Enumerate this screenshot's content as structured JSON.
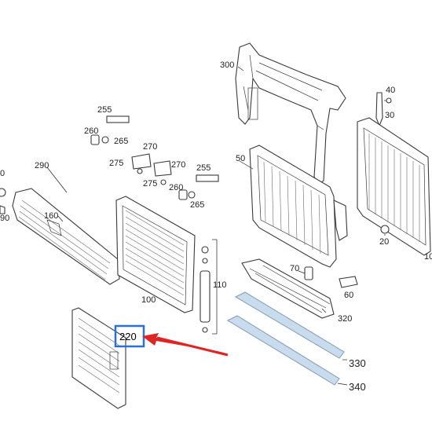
{
  "colors": {
    "highlight_box": "#2a6fd1",
    "arrow": "#e02424",
    "line_art": "#3a3a3a",
    "duct_fill": "#c9dced"
  },
  "highlighted_part": "220",
  "labels": {
    "l300": "300",
    "l40": "40",
    "l30": "30",
    "l255a": "255",
    "l260a": "260",
    "l265a": "265",
    "l270a": "270",
    "l275a": "275",
    "l270b": "270",
    "l275b": "275",
    "l255b": "255",
    "l260b": "260",
    "l265b": "265",
    "l290": "290",
    "l0a": "0",
    "l90": "90",
    "l160": "160",
    "l50": "50",
    "l20": "20",
    "l10": "10",
    "l110": "110",
    "l100": "100",
    "l70": "70",
    "l60": "60",
    "l320": "320",
    "l220": "220",
    "l330": "330",
    "l340": "340"
  }
}
